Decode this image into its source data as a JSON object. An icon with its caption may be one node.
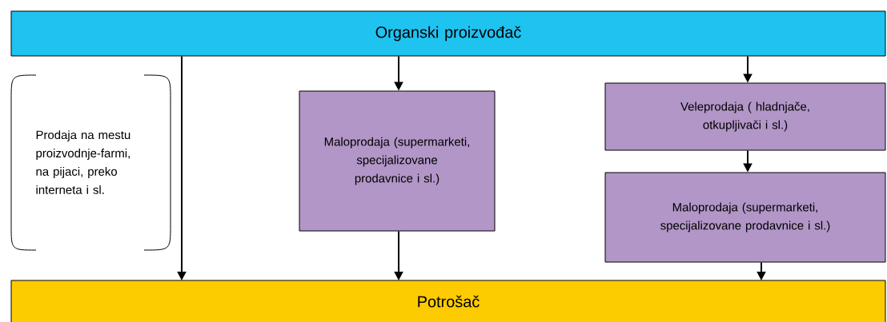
{
  "diagram": {
    "nodes": [
      {
        "text": [
          "Organski proizvođač"
        ]
      },
      {
        "text": [
          "Prodaja na mestu proizvodnje-farmi, na pijaci, preko interneta i sl."
        ]
      },
      {
        "text": [
          "Maloprodaja (supermarketi, specijalizovane prodavnice i sl.)"
        ]
      },
      {
        "text": [
          "Veleprodaja ( hladnjače, otkupljivači i sl.)"
        ]
      },
      {
        "text": [
          "Maloprodaja (supermarketi, specijalizovane prodavnice i sl.)"
        ]
      },
      {
        "text": [
          "Potrošač"
        ]
      }
    ],
    "edges": [
      {
        "from": 0,
        "to": 5,
        "arrow": "to"
      },
      {
        "from": 0,
        "to": 2,
        "arrow": "to"
      },
      {
        "from": 2,
        "to": 5,
        "arrow": "to"
      },
      {
        "from": 0,
        "to": 3,
        "arrow": "to"
      },
      {
        "from": 3,
        "to": 4,
        "arrow": "to"
      },
      {
        "from": 4,
        "to": 5,
        "arrow": "to"
      }
    ]
  }
}
